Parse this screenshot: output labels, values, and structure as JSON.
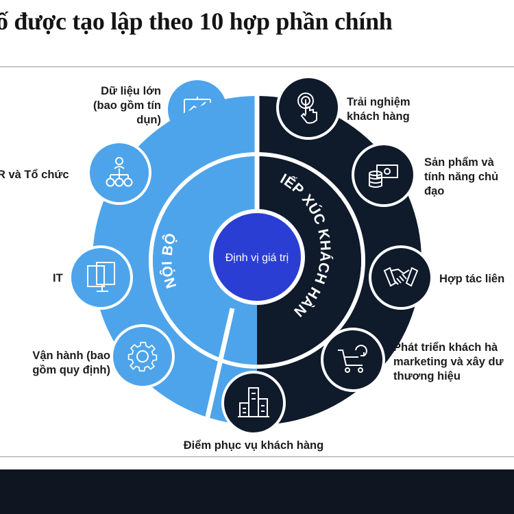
{
  "title": "ố được tạo lập theo 10 hợp phần chính",
  "center_label": "Định vị giá trị",
  "ring": {
    "internal_label": "NỘI BỘ",
    "customer_label": "TIẾP XÚC KHÁCH HÀNG"
  },
  "components": [
    {
      "id": "data",
      "lines": [
        "Dữ liệu lớn",
        "(bao gồm tín",
        "dụn)"
      ],
      "icon": "presentation-chart-icon"
    },
    {
      "id": "hr",
      "lines": [
        "R và Tổ chức"
      ],
      "icon": "org-chart-icon"
    },
    {
      "id": "it",
      "lines": [
        "IT"
      ],
      "icon": "computer-monitor-icon"
    },
    {
      "id": "operations",
      "lines": [
        "Vận hành (bao",
        "gồm quy định)"
      ],
      "icon": "gear-icon"
    },
    {
      "id": "service-points",
      "lines": [
        "Điểm phục vụ khách hàng"
      ],
      "icon": "building-icon"
    },
    {
      "id": "customer-experience",
      "lines": [
        "Trải nghiệm",
        "khách hàng"
      ],
      "icon": "touch-hand-icon"
    },
    {
      "id": "products",
      "lines": [
        "Sản phẩm và",
        "tính năng chủ",
        "đạo"
      ],
      "icon": "money-coins-icon"
    },
    {
      "id": "partnership",
      "lines": [
        "Hợp tác liên"
      ],
      "icon": "handshake-icon"
    },
    {
      "id": "marketing",
      "lines": [
        "Phát triển khách hà",
        "marketing và xây dư",
        "thương hiệu"
      ],
      "icon": "shopping-cart-icon"
    }
  ],
  "colors": {
    "internal": "#4da4ea",
    "customer": "#0f1a2b",
    "center": "#2b3ed3",
    "bottom_bar": "#0f1622"
  }
}
